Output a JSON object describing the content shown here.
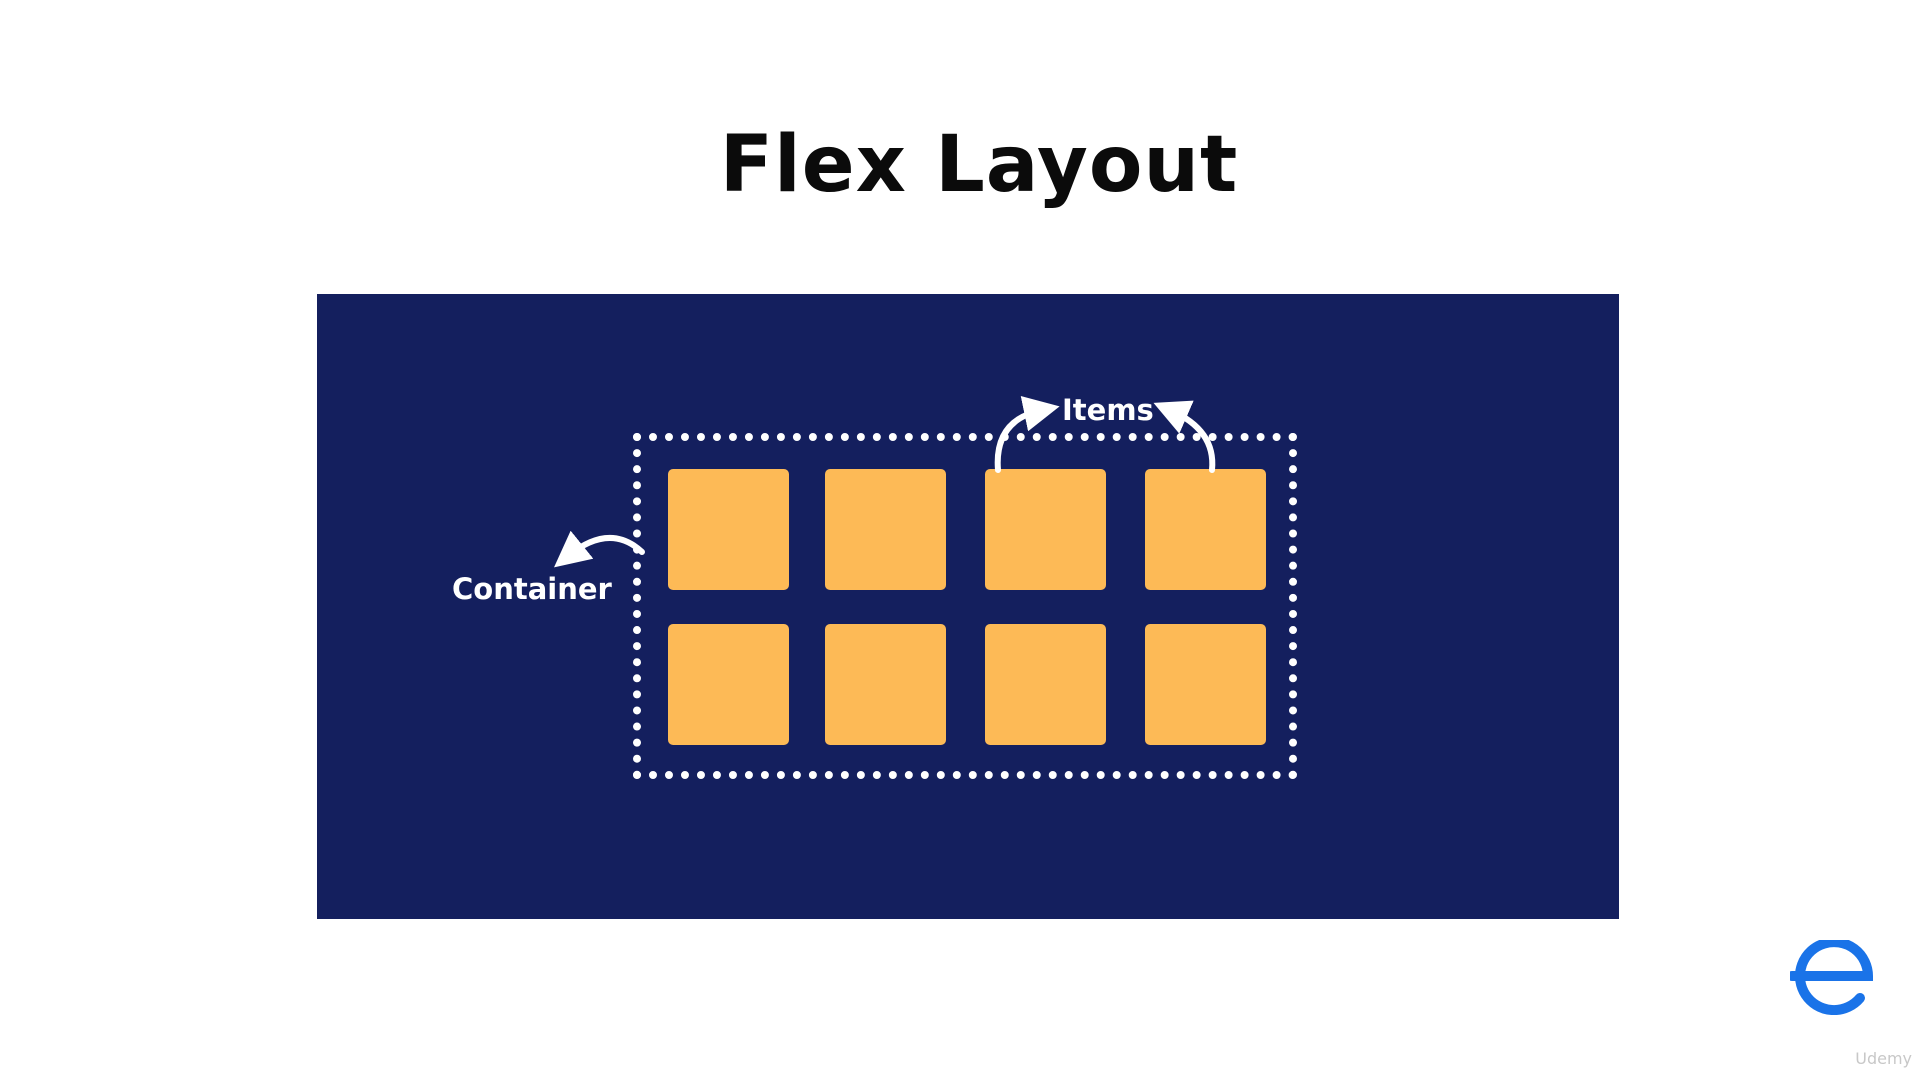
{
  "slide": {
    "title": "Flex Layout"
  },
  "diagram": {
    "container_label": "Container",
    "items_label": "Items",
    "item_count": 8,
    "rows": 2,
    "columns": 4
  },
  "colors": {
    "panel_background": "#141f5e",
    "item_fill": "#fdba56",
    "annotation": "#ffffff",
    "logo_blue": "#1a73e8"
  },
  "branding": {
    "logo_icon": "educative-e-icon",
    "watermark": "Udemy"
  }
}
